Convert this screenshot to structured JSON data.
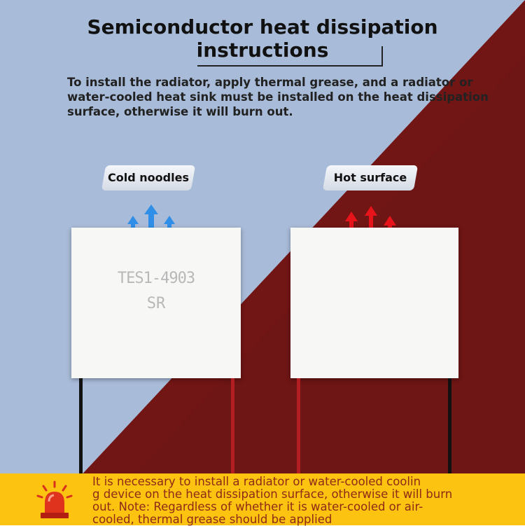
{
  "title_line1": "Semiconductor heat dissipation",
  "title_line2": "instructions",
  "description": "To install the radiator, apply thermal grease, and a radiator or water-cooled heat sink must be installed on the heat dissipation surface, otherwise it will burn out.",
  "cold_label": "Cold noodles",
  "hot_label": "Hot surface",
  "module_marking_line1": "TES1-4903",
  "module_marking_line2": "SR",
  "warning_text": "It is necessary to install a radiator or water-cooled coolin\ng device on the heat dissipation surface, otherwise it will burn\nout. Note: Regardless of whether it is water-cooled or air-\ncooled, thermal grease should be applied",
  "colors": {
    "background_blue": "#a8bbd8",
    "background_red": "#6e1515",
    "cold_arrow": "#2f8fe8",
    "hot_arrow": "#e8141c",
    "banner": "#fcc311",
    "banner_text": "#8f2a16"
  },
  "icons": {
    "alarm": "alarm-siren-icon",
    "cold_arrows": "arrow-up-icon",
    "hot_arrows": "arrow-up-icon"
  }
}
